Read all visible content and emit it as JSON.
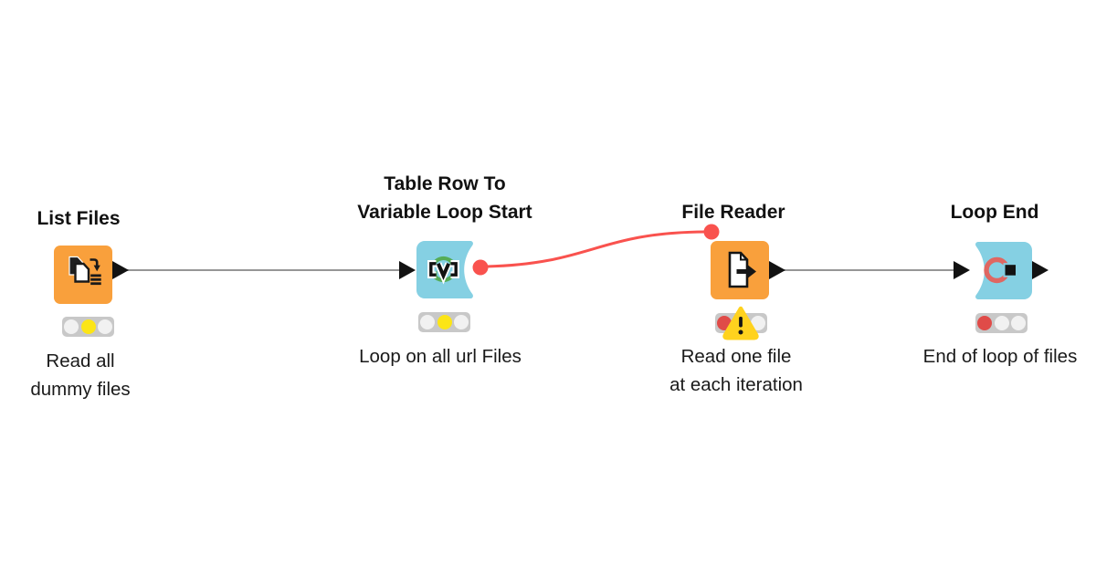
{
  "workflow": {
    "background": "#ffffff",
    "nodes": [
      {
        "title": "List Files",
        "caption": "Read all\ndummy files",
        "type": "source",
        "shape": "rounded-square",
        "color": "#F9A03C",
        "icon": "list-files-icon",
        "status_lights": {
          "red": false,
          "yellow": true,
          "green": false
        },
        "warning": false
      },
      {
        "title": "Table Row To\nVariable Loop Start",
        "caption": "Loop on all url Files",
        "type": "loop-start",
        "shape": "notch-right",
        "color": "#85D0E3",
        "icon": "variable-loop-start-icon",
        "status_lights": {
          "red": false,
          "yellow": true,
          "green": false
        },
        "warning": false
      },
      {
        "title": "File Reader",
        "caption": "Read one file\nat each iteration",
        "type": "reader",
        "shape": "rounded-square",
        "color": "#F9A03C",
        "icon": "file-reader-icon",
        "status_lights": {
          "red": true,
          "yellow": false,
          "green": false
        },
        "warning": true
      },
      {
        "title": "Loop End",
        "caption": "End of loop of files",
        "type": "loop-end",
        "shape": "notch-left",
        "color": "#85D0E3",
        "icon": "loop-end-icon",
        "status_lights": {
          "red": true,
          "yellow": false,
          "green": false
        },
        "warning": false
      }
    ],
    "connections": [
      {
        "from": "List Files",
        "to": "Table Row To Variable Loop Start",
        "type": "data",
        "color": "#969696"
      },
      {
        "from": "Table Row To Variable Loop Start",
        "to": "File Reader",
        "type": "flow-variable",
        "color": "#F9524E"
      },
      {
        "from": "File Reader",
        "to": "Loop End",
        "type": "data",
        "color": "#969696"
      }
    ],
    "colors": {
      "node_orange": "#F9A03C",
      "node_blue": "#85D0E3",
      "flow_variable_red": "#F9524E",
      "data_wire_gray": "#969696",
      "port_black": "#121212",
      "light_bar_gray": "#C8C8C8",
      "light_yellow": "#FCE516",
      "light_red": "#E04B48",
      "light_off": "#F1F1F1",
      "warning_yellow": "#FFD21E",
      "loop_end_ring": "#DF6762",
      "loop_icon_green": "#55AC57"
    }
  }
}
